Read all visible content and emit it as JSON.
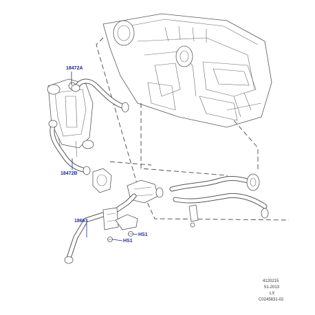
{
  "callouts": {
    "hose_upper": "18472A",
    "hose_lower": "18472B",
    "tube": "18663",
    "screw_1": "HS1",
    "screw_2": "HS1"
  },
  "reference": {
    "line1": "4120215",
    "line2": "51-2013",
    "line3": "LX",
    "line4": "C0245831-02"
  },
  "colors": {
    "callout_text": "#1a2a9a",
    "line_art": "#555555"
  }
}
